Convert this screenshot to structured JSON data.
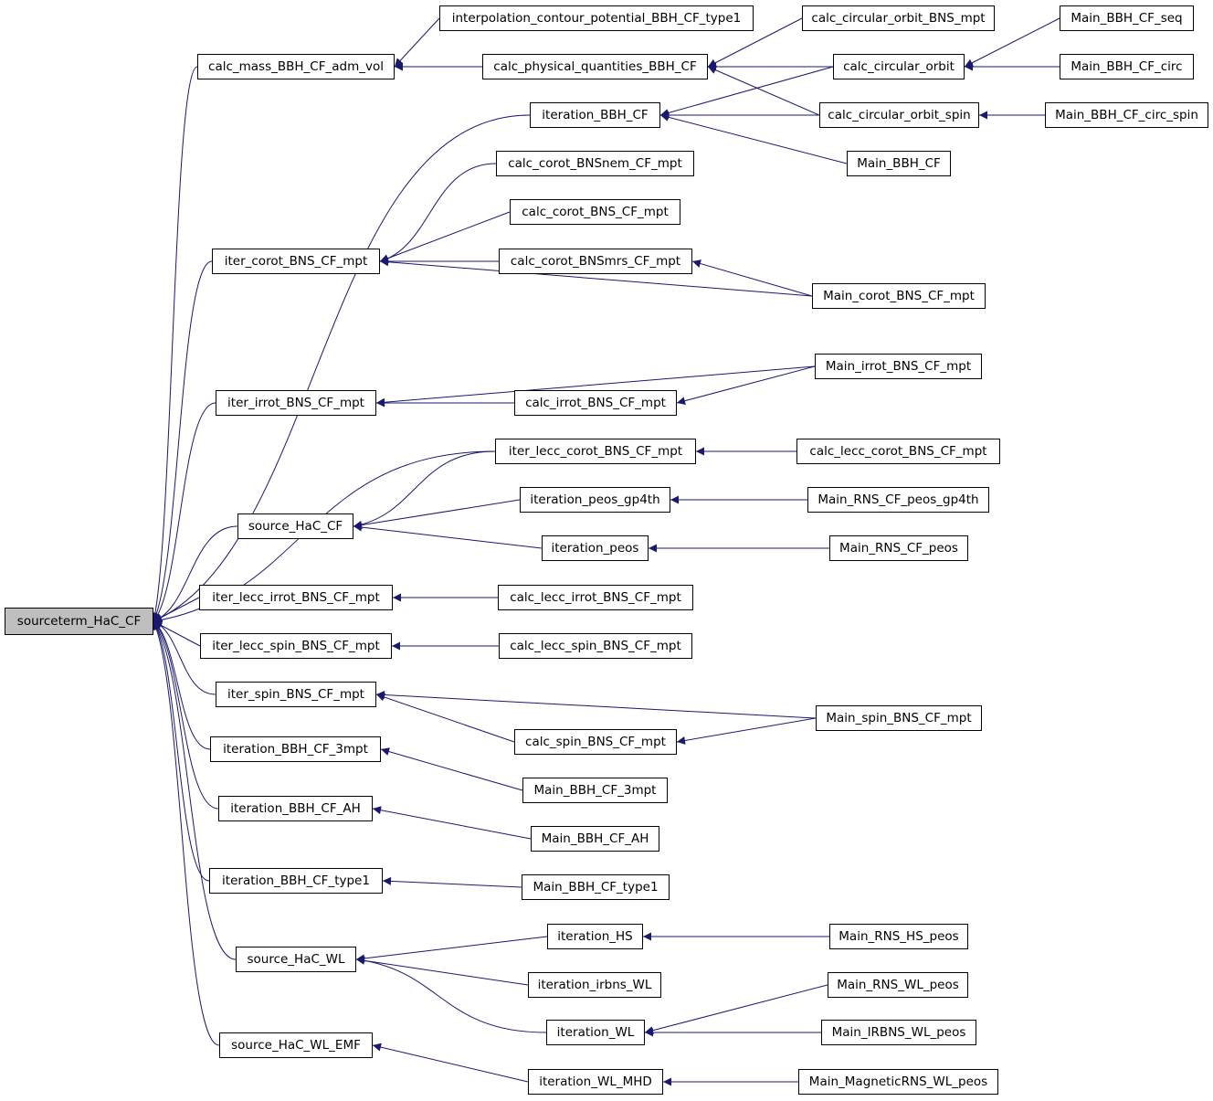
{
  "graph": {
    "root": "sourceterm_HaC_CF",
    "colors": {
      "edge": "#191970",
      "root_fill": "#bfbfbf",
      "node_fill": "#ffffff"
    },
    "nodes": [
      {
        "id": "n0",
        "label": "sourceterm_HaC_CF",
        "root": true
      },
      {
        "id": "n1",
        "label": "calc_mass_BBH_CF_adm_vol"
      },
      {
        "id": "n2",
        "label": "interpolation_contour_potential_BBH_CF_type1"
      },
      {
        "id": "n3",
        "label": "calc_physical_quantities_BBH_CF"
      },
      {
        "id": "n4",
        "label": "calc_circular_orbit_BNS_mpt"
      },
      {
        "id": "n5",
        "label": "calc_circular_orbit"
      },
      {
        "id": "n6",
        "label": "calc_circular_orbit_spin"
      },
      {
        "id": "n7",
        "label": "Main_BBH_CF_seq"
      },
      {
        "id": "n8",
        "label": "Main_BBH_CF_circ"
      },
      {
        "id": "n9",
        "label": "Main_BBH_CF_circ_spin"
      },
      {
        "id": "n10",
        "label": "iteration_BBH_CF"
      },
      {
        "id": "n11",
        "label": "Main_BBH_CF"
      },
      {
        "id": "n12",
        "label": "calc_corot_BNSnem_CF_mpt"
      },
      {
        "id": "n13",
        "label": "calc_corot_BNS_CF_mpt"
      },
      {
        "id": "n14",
        "label": "iter_corot_BNS_CF_mpt"
      },
      {
        "id": "n15",
        "label": "calc_corot_BNSmrs_CF_mpt"
      },
      {
        "id": "n16",
        "label": "Main_corot_BNS_CF_mpt"
      },
      {
        "id": "n17",
        "label": "Main_irrot_BNS_CF_mpt"
      },
      {
        "id": "n18",
        "label": "iter_irrot_BNS_CF_mpt"
      },
      {
        "id": "n19",
        "label": "calc_irrot_BNS_CF_mpt"
      },
      {
        "id": "n20",
        "label": "iter_lecc_corot_BNS_CF_mpt"
      },
      {
        "id": "n21",
        "label": "calc_lecc_corot_BNS_CF_mpt"
      },
      {
        "id": "n22",
        "label": "iteration_peos_gp4th"
      },
      {
        "id": "n23",
        "label": "Main_RNS_CF_peos_gp4th"
      },
      {
        "id": "n24",
        "label": "source_HaC_CF"
      },
      {
        "id": "n25",
        "label": "iteration_peos"
      },
      {
        "id": "n26",
        "label": "Main_RNS_CF_peos"
      },
      {
        "id": "n27",
        "label": "iter_lecc_irrot_BNS_CF_mpt"
      },
      {
        "id": "n28",
        "label": "calc_lecc_irrot_BNS_CF_mpt"
      },
      {
        "id": "n29",
        "label": "iter_lecc_spin_BNS_CF_mpt"
      },
      {
        "id": "n30",
        "label": "calc_lecc_spin_BNS_CF_mpt"
      },
      {
        "id": "n31",
        "label": "iter_spin_BNS_CF_mpt"
      },
      {
        "id": "n32",
        "label": "Main_spin_BNS_CF_mpt"
      },
      {
        "id": "n33",
        "label": "calc_spin_BNS_CF_mpt"
      },
      {
        "id": "n34",
        "label": "iteration_BBH_CF_3mpt"
      },
      {
        "id": "n35",
        "label": "Main_BBH_CF_3mpt"
      },
      {
        "id": "n36",
        "label": "iteration_BBH_CF_AH"
      },
      {
        "id": "n37",
        "label": "Main_BBH_CF_AH"
      },
      {
        "id": "n38",
        "label": "iteration_BBH_CF_type1"
      },
      {
        "id": "n39",
        "label": "Main_BBH_CF_type1"
      },
      {
        "id": "n40",
        "label": "iteration_HS"
      },
      {
        "id": "n41",
        "label": "Main_RNS_HS_peos"
      },
      {
        "id": "n42",
        "label": "source_HaC_WL"
      },
      {
        "id": "n43",
        "label": "iteration_irbns_WL"
      },
      {
        "id": "n44",
        "label": "Main_RNS_WL_peos"
      },
      {
        "id": "n45",
        "label": "iteration_WL"
      },
      {
        "id": "n46",
        "label": "Main_IRBNS_WL_peos"
      },
      {
        "id": "n47",
        "label": "source_HaC_WL_EMF"
      },
      {
        "id": "n48",
        "label": "iteration_WL_MHD"
      },
      {
        "id": "n49",
        "label": "Main_MagneticRNS_WL_peos"
      }
    ],
    "edges": [
      {
        "from": "n1",
        "to": "n0"
      },
      {
        "from": "n10",
        "to": "n0"
      },
      {
        "from": "n14",
        "to": "n0"
      },
      {
        "from": "n18",
        "to": "n0"
      },
      {
        "from": "n20",
        "to": "n0"
      },
      {
        "from": "n24",
        "to": "n0"
      },
      {
        "from": "n27",
        "to": "n0"
      },
      {
        "from": "n29",
        "to": "n0"
      },
      {
        "from": "n31",
        "to": "n0"
      },
      {
        "from": "n34",
        "to": "n0"
      },
      {
        "from": "n36",
        "to": "n0"
      },
      {
        "from": "n38",
        "to": "n0"
      },
      {
        "from": "n42",
        "to": "n0"
      },
      {
        "from": "n47",
        "to": "n0"
      },
      {
        "from": "n2",
        "to": "n1"
      },
      {
        "from": "n3",
        "to": "n1"
      },
      {
        "from": "n4",
        "to": "n3"
      },
      {
        "from": "n5",
        "to": "n3"
      },
      {
        "from": "n6",
        "to": "n3"
      },
      {
        "from": "n7",
        "to": "n5"
      },
      {
        "from": "n8",
        "to": "n5"
      },
      {
        "from": "n9",
        "to": "n6"
      },
      {
        "from": "n5",
        "to": "n10"
      },
      {
        "from": "n6",
        "to": "n10"
      },
      {
        "from": "n11",
        "to": "n10"
      },
      {
        "from": "n12",
        "to": "n14"
      },
      {
        "from": "n13",
        "to": "n14"
      },
      {
        "from": "n15",
        "to": "n14"
      },
      {
        "from": "n16",
        "to": "n14"
      },
      {
        "from": "n16",
        "to": "n15"
      },
      {
        "from": "n17",
        "to": "n18"
      },
      {
        "from": "n19",
        "to": "n18"
      },
      {
        "from": "n17",
        "to": "n19"
      },
      {
        "from": "n21",
        "to": "n20"
      },
      {
        "from": "n20",
        "to": "n24"
      },
      {
        "from": "n22",
        "to": "n24"
      },
      {
        "from": "n25",
        "to": "n24"
      },
      {
        "from": "n23",
        "to": "n22"
      },
      {
        "from": "n26",
        "to": "n25"
      },
      {
        "from": "n28",
        "to": "n27"
      },
      {
        "from": "n30",
        "to": "n29"
      },
      {
        "from": "n32",
        "to": "n31"
      },
      {
        "from": "n33",
        "to": "n31"
      },
      {
        "from": "n32",
        "to": "n33"
      },
      {
        "from": "n35",
        "to": "n34"
      },
      {
        "from": "n37",
        "to": "n36"
      },
      {
        "from": "n39",
        "to": "n38"
      },
      {
        "from": "n40",
        "to": "n42"
      },
      {
        "from": "n43",
        "to": "n42"
      },
      {
        "from": "n45",
        "to": "n42"
      },
      {
        "from": "n41",
        "to": "n40"
      },
      {
        "from": "n44",
        "to": "n45"
      },
      {
        "from": "n46",
        "to": "n45"
      },
      {
        "from": "n48",
        "to": "n47"
      },
      {
        "from": "n49",
        "to": "n48"
      }
    ]
  }
}
